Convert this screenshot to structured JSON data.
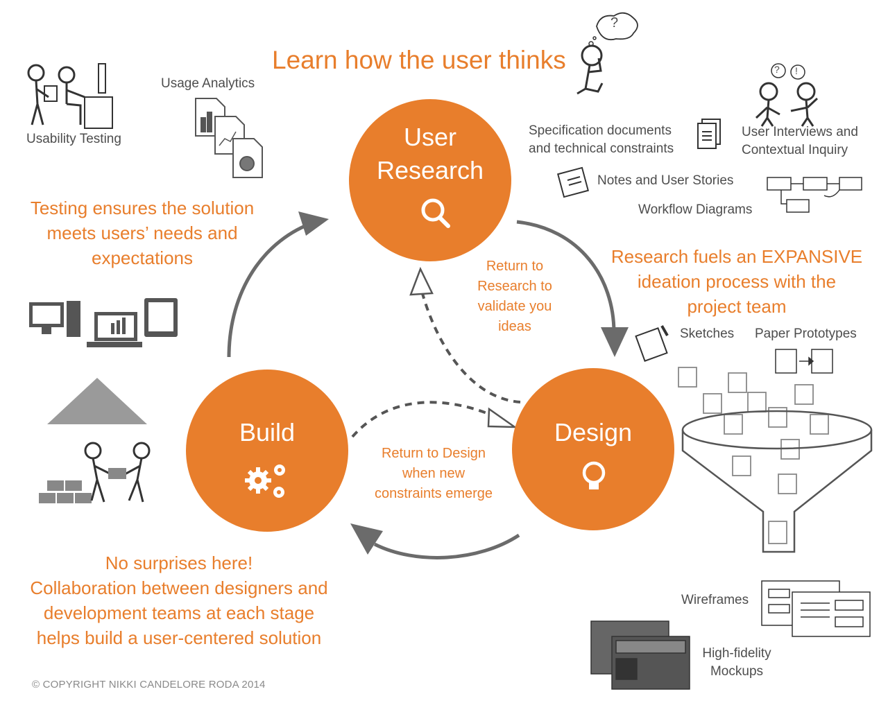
{
  "colors": {
    "accent": "#e87e2c",
    "arrow": "#666666",
    "line": "#444444",
    "icon_fill": "#5a5a5a"
  },
  "headline": "Learn how the user thinks",
  "circles": {
    "research": {
      "line1": "User",
      "line2": "Research",
      "icon": "magnifier-icon"
    },
    "design": {
      "label": "Design",
      "icon": "lightbulb-icon"
    },
    "build": {
      "label": "Build",
      "icon": "gears-icon"
    }
  },
  "loops": {
    "return_research": [
      "Return to",
      "Research to",
      "validate you",
      "ideas"
    ],
    "return_design": [
      "Return to Design",
      "when new",
      "constraints emerge"
    ]
  },
  "research_items": {
    "spec_docs": [
      "Specification documents",
      "and technical constraints"
    ],
    "interviews": [
      "User Interviews and",
      "Contextual Inquiry"
    ],
    "notes": "Notes and User Stories",
    "workflow": "Workflow Diagrams"
  },
  "left_items": {
    "usability": "Usability Testing",
    "analytics": "Usage Analytics",
    "question_mark": "?",
    "exclamation": "!"
  },
  "statements": {
    "testing": [
      "Testing ensures the solution",
      "meets users’ needs and",
      "expectations"
    ],
    "expansive": [
      "Research fuels an EXPANSIVE",
      "ideation process with the",
      "project team"
    ],
    "surprises": [
      "No surprises here!",
      "Collaboration between designers and",
      "development teams at each stage",
      "helps build a user-centered solution"
    ]
  },
  "design_items": {
    "sketches": "Sketches",
    "paper": "Paper Prototypes",
    "wireframes": "Wireframes",
    "mockups": [
      "High-fidelity",
      "Mockups"
    ]
  },
  "copyright": "© COPYRIGHT NIKKI CANDELORE RODA 2014"
}
